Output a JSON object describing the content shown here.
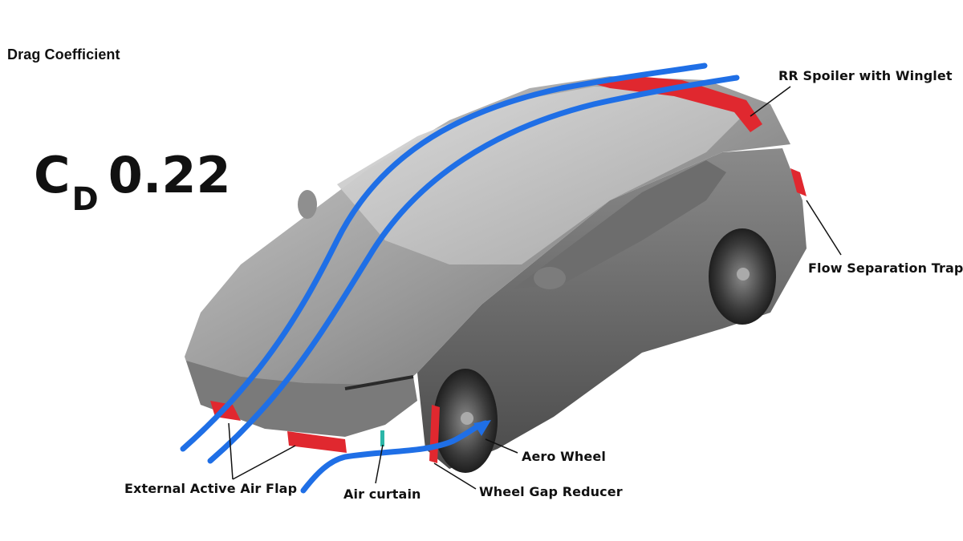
{
  "title": "Drag Coefficient",
  "cd": {
    "symbol": "C",
    "subscript": "D",
    "value": "0.22"
  },
  "labels": {
    "spoiler": "RR Spoiler with Winglet",
    "flow_trap": "Flow Separation Trap",
    "air_flap": "External Active Air Flap",
    "air_curtain": "Air curtain",
    "aero_wheel": "Aero Wheel",
    "wheel_gap": "Wheel Gap Reducer"
  },
  "colors": {
    "airflow": "#1f6fe6",
    "aero_part": "#e0282f",
    "body": "#8c8c8c"
  }
}
